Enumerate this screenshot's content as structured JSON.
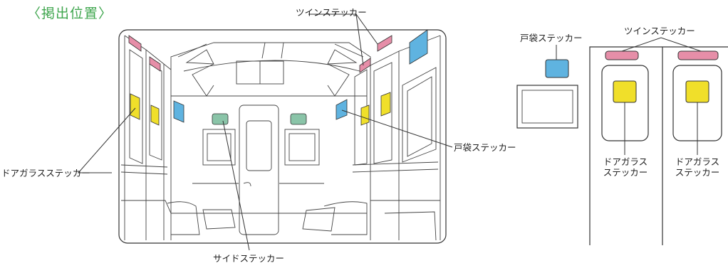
{
  "title": "〈掲出位置〉",
  "labels": {
    "twin_top": "ツインステッカー",
    "door_glass_left": "ドアガラスステッカー",
    "door_pocket_mid": "戸袋ステッカー",
    "side": "サイドステッカー",
    "door_pocket_right": "戸袋ステッカー",
    "twin_right": "ツインステッカー",
    "door_glass_r1_line1": "ドアガラス",
    "door_glass_r1_line2": "ステッカー",
    "door_glass_r2_line1": "ドアガラス",
    "door_glass_r2_line2": "ステッカー"
  },
  "colors": {
    "twin": "#e68ea8",
    "door_pocket": "#5fb3e0",
    "door_glass": "#f0df2a",
    "side": "#8ac4a8",
    "title": "#3fa64e"
  }
}
